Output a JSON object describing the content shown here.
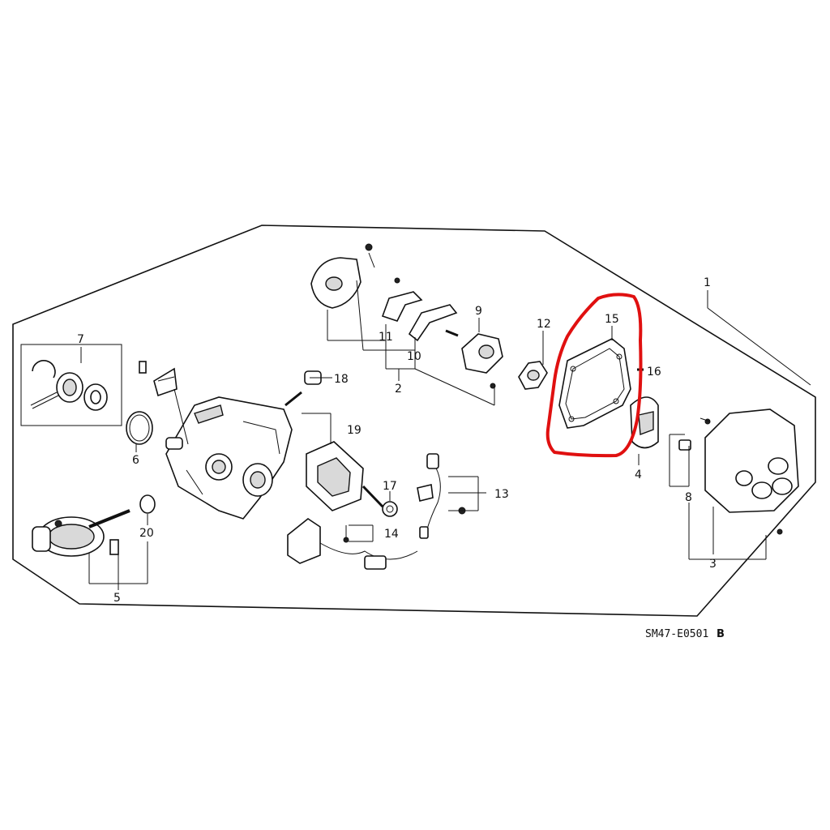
{
  "diagram": {
    "drawing_code": "SM47-E0501",
    "drawing_code_suffix": "B",
    "highlight_color": "#e01010",
    "highlighted_part": "15",
    "callouts": {
      "c1": "1",
      "c2": "2",
      "c3": "3",
      "c4": "4",
      "c5": "5",
      "c6": "6",
      "c7": "7",
      "c8": "8",
      "c9": "9",
      "c10": "10",
      "c11": "11",
      "c12": "12",
      "c13": "13",
      "c14": "14",
      "c15": "15",
      "c16": "16",
      "c17": "17",
      "c18": "18",
      "c19": "19",
      "c20": "20"
    }
  }
}
